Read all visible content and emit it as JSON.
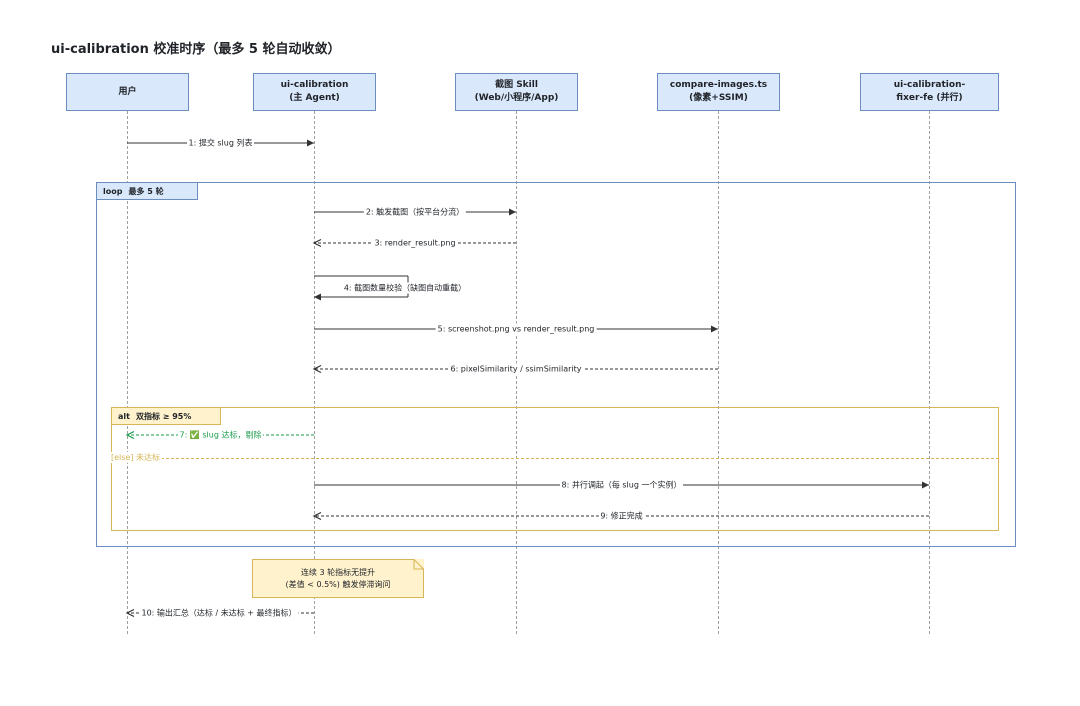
{
  "title": "ui-calibration 校准时序（最多 5 轮自动收敛）",
  "participants": [
    {
      "id": "user",
      "line1": "用户",
      "line2": ""
    },
    {
      "id": "main",
      "line1": "ui-calibration",
      "line2": "(主 Agent)"
    },
    {
      "id": "skill",
      "line1": "截图 Skill",
      "line2": "(Web/小程序/App)"
    },
    {
      "id": "compare",
      "line1": "compare-images.ts",
      "line2": "(像素+SSIM)"
    },
    {
      "id": "fixer",
      "line1": "ui-calibration-",
      "line2": "fixer-fe (并行)"
    }
  ],
  "loop": {
    "keyword": "loop",
    "label": "最多 5 轮"
  },
  "alt": {
    "keyword": "alt",
    "label": "双指标 ≥ 95%",
    "else_label": "[else] 未达标"
  },
  "messages": [
    {
      "id": "m1",
      "text": "1: 提交 slug 列表",
      "from": "user",
      "to": "main",
      "style": "solid"
    },
    {
      "id": "m2",
      "text": "2: 触发截图（按平台分流）",
      "from": "main",
      "to": "skill",
      "style": "solid"
    },
    {
      "id": "m3",
      "text": "3: render_result.png",
      "from": "skill",
      "to": "main",
      "style": "dashed"
    },
    {
      "id": "m4",
      "text": "4: 截图数量校验（缺图自动重截）",
      "from": "main",
      "to": "main",
      "style": "self"
    },
    {
      "id": "m5",
      "text": "5: screenshot.png vs render_result.png",
      "from": "main",
      "to": "compare",
      "style": "solid"
    },
    {
      "id": "m6",
      "text": "6: pixelSimilarity / ssimSimilarity",
      "from": "compare",
      "to": "main",
      "style": "dashed"
    },
    {
      "id": "m7",
      "text": "7: ✅ slug 达标，剔除",
      "from": "main",
      "to": "user",
      "style": "dashed",
      "color": "#1a9c4a"
    },
    {
      "id": "m8",
      "text": "8: 并行调起（每 slug 一个实例）",
      "from": "main",
      "to": "fixer",
      "style": "solid"
    },
    {
      "id": "m9",
      "text": "9: 修正完成",
      "from": "fixer",
      "to": "main",
      "style": "dashed"
    },
    {
      "id": "m10",
      "text": "10: 输出汇总（达标 / 未达标 + 最终指标）",
      "from": "main",
      "to": "user",
      "style": "dashed"
    }
  ],
  "note": {
    "line1": "连续 3 轮指标无提升",
    "line2": "(差值 < 0.5%) 触发停滞询问"
  }
}
